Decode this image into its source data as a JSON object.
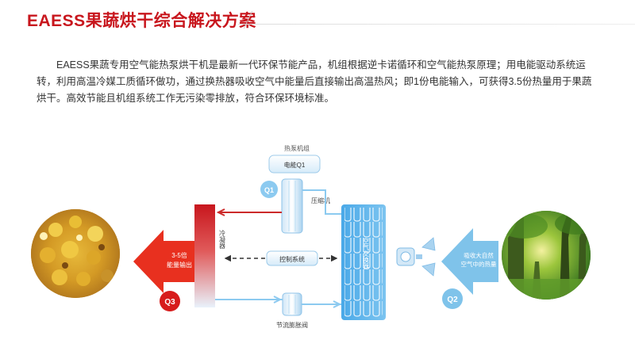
{
  "title": "EAESS果蔬烘干综合解决方案",
  "intro": "EAESS果蔬专用空气能热泵烘干机是最新一代环保节能产品，机组根据逆卡诺循环和空气能热泵原理；用电能驱动系统运转，利用高温冷媒工质循环做功，通过换热器吸收空气中能量后直接输出高温热风；即1份电能输入，可获得3.5份热量用于果蔬烘干。高效节能且机组系统工作无污染零排放，符合环保环境标准。",
  "diagram": {
    "unit_label": "热泵机组",
    "q1_box": "电能Q1",
    "q1": "Q1",
    "q2": "Q2",
    "q3": "Q3",
    "compressor": "压缩机",
    "condenser": "冷凝器",
    "control": "控制系统",
    "evaporator": "空气交换器",
    "valve": "节流膨胀阀",
    "output_line1": "3-5倍",
    "output_line2": "能量输出",
    "input_line1": "吸收大自然",
    "input_line2": "空气中的热量",
    "left_image": "dried-chrysanthemum-photo",
    "right_image": "forest-photo"
  },
  "colors": {
    "title_red": "#c8161d",
    "arrow_red": "#e8301f",
    "arrow_blue": "#7fc3ea",
    "pipe_red": "#cc2a2a",
    "pipe_blue": "#8ccaf0",
    "condenser_red": "#c8161d",
    "evaporator_blue": "#5fb6ec",
    "q_badge_red": "#d71c1c",
    "q_badge_blue": "#7fc3ea"
  }
}
